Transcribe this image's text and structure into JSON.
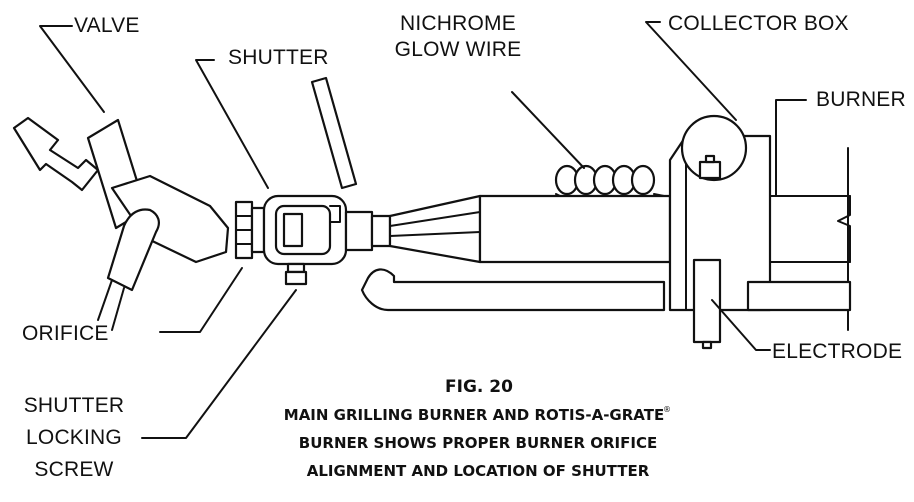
{
  "labels": {
    "valve": "VALVE",
    "shutter": "SHUTTER",
    "glow_wire_line1": "NICHROME",
    "glow_wire_line2": "GLOW WIRE",
    "collector_box": "COLLECTOR BOX",
    "burner": "BURNER",
    "orifice": "ORIFICE",
    "electrode": "ELECTRODE",
    "locking_screw_line1": "SHUTTER",
    "locking_screw_line2": "LOCKING",
    "locking_screw_line3": "SCREW"
  },
  "caption": {
    "fig": "FIG. 20",
    "line1": "MAIN GRILLING BURNER AND ROTIS-A-GRATE",
    "line1_mark": "®",
    "line2": "BURNER SHOWS PROPER BURNER ORIFICE",
    "line3": "ALIGNMENT AND LOCATION OF SHUTTER"
  }
}
